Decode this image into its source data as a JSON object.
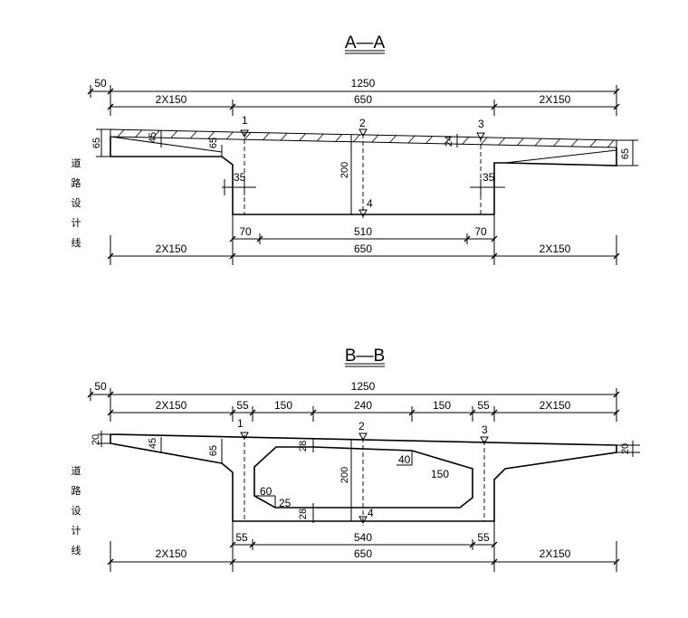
{
  "section_a": {
    "title": "A—A",
    "top_dims": {
      "offset": "50",
      "overall": "1250",
      "left_cantilever": "2X150",
      "box": "650",
      "right_cantilever": "2X150"
    },
    "bottom_dims": {
      "left_web": "70",
      "bottom_slab": "510",
      "right_web": "70",
      "left_cantilever": "2X150",
      "box": "650",
      "right_cantilever": "2X150"
    },
    "section_dims": {
      "left_edge_height": "65",
      "right_edge_height": "65",
      "flange_root_left": "65",
      "haunch_left": "45",
      "haunch_right": "24",
      "web_left": "35",
      "web_right": "35",
      "box_height": "200"
    },
    "points": [
      "1",
      "2",
      "3",
      "4"
    ],
    "road_line_label": [
      "道",
      "路",
      "设",
      "计",
      "线"
    ]
  },
  "section_b": {
    "title": "B—B",
    "top_dims": {
      "offset": "50",
      "overall": "1250",
      "left_cantilever": "2X150",
      "web_left": "55",
      "seg_left": "150",
      "seg_mid": "240",
      "seg_right": "150",
      "web_right": "55",
      "right_cantilever": "2X150"
    },
    "bottom_dims": {
      "left_web": "55",
      "bottom_slab": "540",
      "right_web": "55",
      "left_cantilever": "2X150",
      "box": "650",
      "right_cantilever": "2X150"
    },
    "section_dims": {
      "left_edge": "20",
      "right_edge": "20",
      "flange_taper": "45",
      "web_root": "65",
      "top_slab": "28",
      "bottom_slab": "28",
      "box_height": "200",
      "haunch_top_v": "40",
      "haunch_top_h": "150",
      "haunch_bot_v": "60",
      "haunch_bot_h": "25"
    },
    "points": [
      "1",
      "2",
      "3",
      "4"
    ],
    "road_line_label": [
      "道",
      "路",
      "设",
      "计",
      "线"
    ]
  }
}
